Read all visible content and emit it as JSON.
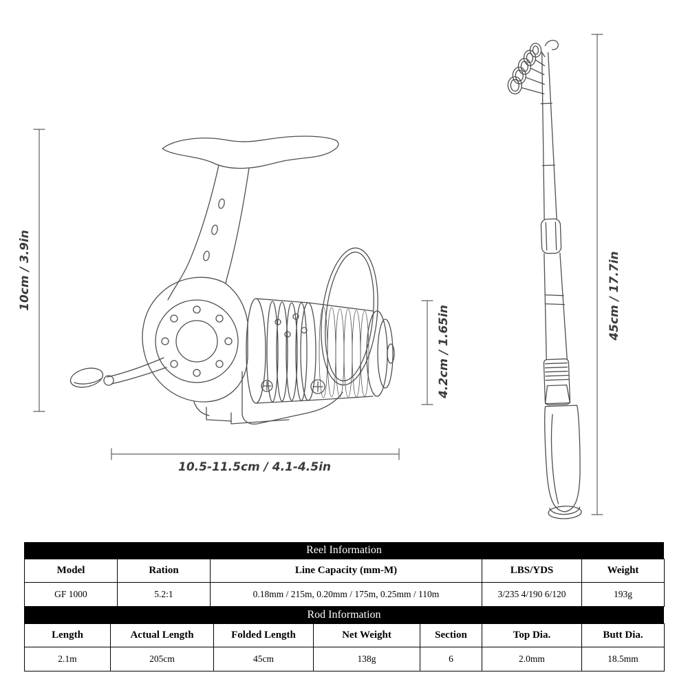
{
  "dimensions": {
    "reel_height": "10cm / 3.9in",
    "reel_width": "10.5-11.5cm / 4.1-4.5in",
    "spool_height": "4.2cm / 1.65in",
    "rod_length": "45cm / 17.7in"
  },
  "reel_table": {
    "title": "Reel Information",
    "headers": [
      "Model",
      "Ration",
      "Line Capacity (mm-M)",
      "LBS/YDS",
      "Weight"
    ],
    "row": [
      "GF 1000",
      "5.2:1",
      "0.18mm / 215m, 0.20mm / 175m, 0.25mm / 110m",
      "3/235 4/190 6/120",
      "193g"
    ]
  },
  "rod_table": {
    "title": "Rod Information",
    "headers": [
      "Length",
      "Actual Length",
      "Folded Length",
      "Net Weight",
      "Section",
      "Top Dia.",
      "Butt Dia."
    ],
    "row": [
      "2.1m",
      "205cm",
      "45cm",
      "138g",
      "6",
      "2.0mm",
      "18.5mm"
    ]
  }
}
